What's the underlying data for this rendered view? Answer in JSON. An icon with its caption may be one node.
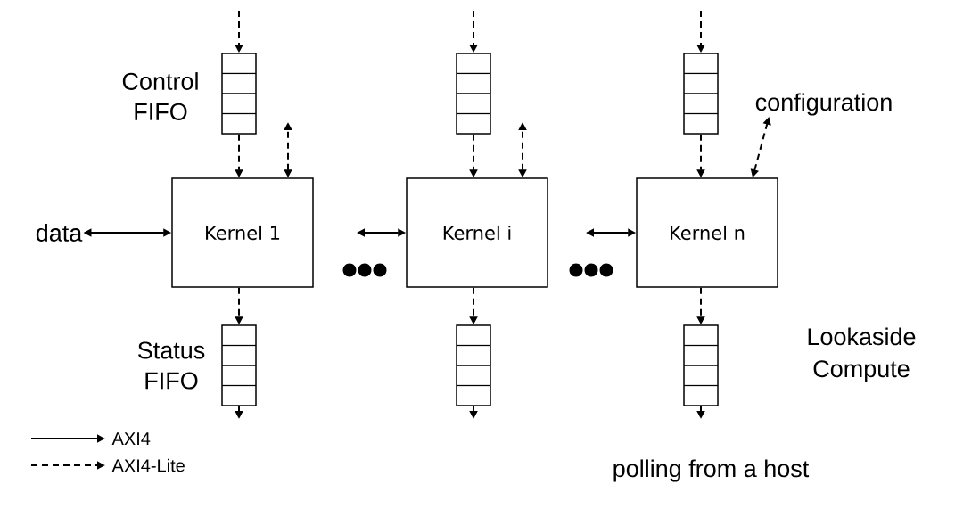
{
  "diagram": {
    "nodes": [
      {
        "text": [
          "Kernel 1"
        ]
      },
      {
        "text": [
          "Kernel i"
        ]
      },
      {
        "text": [
          "Kernel n"
        ]
      },
      {
        "text": [],
        "shape": "box",
        "beside": [
          "Control FIFO"
        ]
      },
      {
        "text": [],
        "shape": "box"
      },
      {
        "text": [],
        "shape": "box"
      },
      {
        "text": [],
        "shape": "box",
        "beside": [
          "Status FIFO"
        ]
      },
      {
        "text": [],
        "shape": "box"
      },
      {
        "text": [],
        "shape": "box"
      },
      {
        "text": [
          "data"
        ]
      },
      {
        "text": [
          "configuration"
        ]
      }
    ],
    "edges": [
      {
        "from": null,
        "to": 3,
        "arrow": "to",
        "style": "dashed"
      },
      {
        "from": 3,
        "to": 0,
        "arrow": "to",
        "style": "dashed"
      },
      {
        "from": 0,
        "to": null,
        "arrow": "both",
        "style": "dashed"
      },
      {
        "from": 0,
        "to": 6,
        "arrow": "to",
        "style": "dashed"
      },
      {
        "from": 6,
        "to": null,
        "arrow": "to",
        "style": "dashed"
      },
      {
        "from": null,
        "to": 4,
        "arrow": "to",
        "style": "dashed"
      },
      {
        "from": 4,
        "to": 1,
        "arrow": "to",
        "style": "dashed"
      },
      {
        "from": 1,
        "to": null,
        "arrow": "both",
        "style": "dashed"
      },
      {
        "from": 1,
        "to": 7,
        "arrow": "to",
        "style": "dashed"
      },
      {
        "from": 7,
        "to": null,
        "arrow": "to",
        "style": "dashed"
      },
      {
        "from": null,
        "to": 5,
        "arrow": "to",
        "style": "dashed"
      },
      {
        "from": 5,
        "to": 2,
        "arrow": "to",
        "style": "dashed"
      },
      {
        "from": 2,
        "to": 10,
        "arrow": "both",
        "style": "dashed"
      },
      {
        "from": 2,
        "to": 8,
        "arrow": "to",
        "style": "dashed"
      },
      {
        "from": 8,
        "to": null,
        "arrow": "to",
        "style": "dashed"
      },
      {
        "from": 9,
        "to": 0,
        "arrow": "both"
      },
      {
        "from": null,
        "to": 1,
        "arrow": "both"
      },
      {
        "from": null,
        "to": 2,
        "arrow": "both"
      }
    ],
    "labels": [
      "Lookaside Compute",
      "polling from a host"
    ],
    "legend": [
      {
        "text": "AXI4"
      },
      {
        "text": "AXI4-Lite"
      }
    ]
  }
}
